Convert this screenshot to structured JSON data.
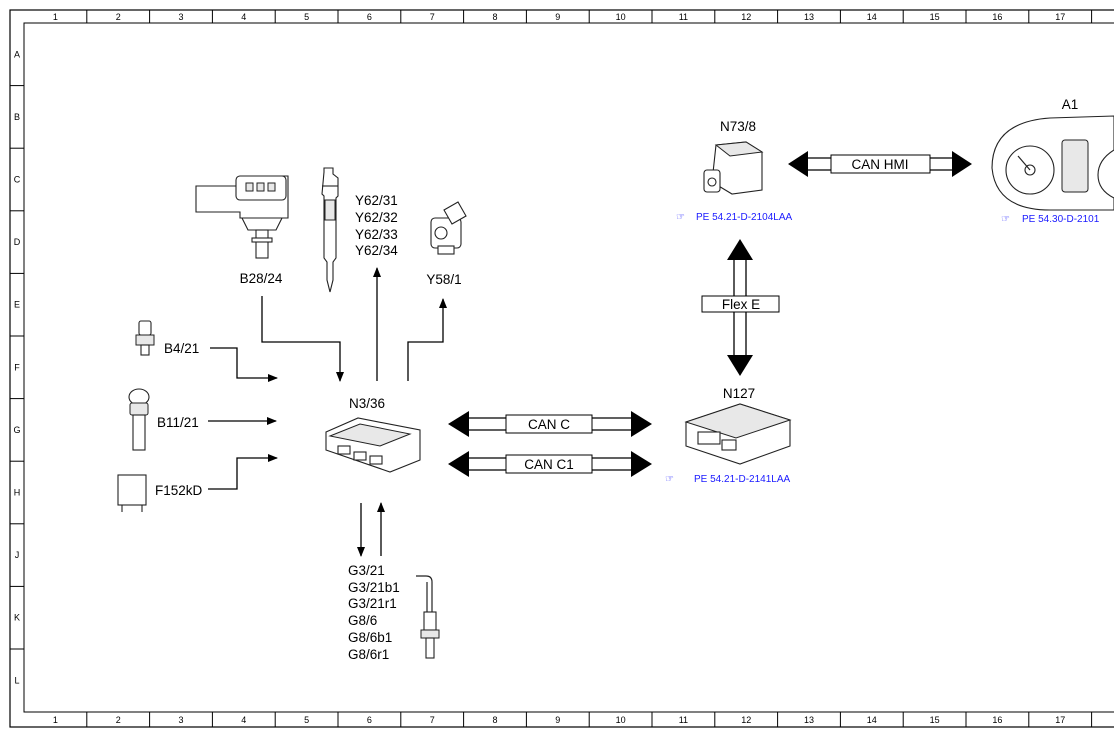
{
  "frame": {
    "columns": [
      "1",
      "2",
      "3",
      "4",
      "5",
      "6",
      "7",
      "8",
      "9",
      "10",
      "11",
      "12",
      "13",
      "14",
      "15",
      "16",
      "17"
    ],
    "rows": [
      "A",
      "B",
      "C",
      "D",
      "E",
      "F",
      "G",
      "H",
      "J",
      "K",
      "L"
    ]
  },
  "components": {
    "b28_24": "B28/24",
    "y62": [
      "Y62/31",
      "Y62/32",
      "Y62/33",
      "Y62/34"
    ],
    "y58_1": "Y58/1",
    "b4_21": "B4/21",
    "b11_21": "B11/21",
    "f152kd": "F152kD",
    "n3_36": "N3/36",
    "g3_g8": [
      "G3/21",
      "G3/21b1",
      "G3/21r1",
      "G8/6",
      "G8/6b1",
      "G8/6r1"
    ],
    "n73_8": "N73/8",
    "n127": "N127",
    "a1": "A1"
  },
  "buses": {
    "can_hmi": "CAN HMI",
    "flex_e": "Flex E",
    "can_c": "CAN C",
    "can_c1": "CAN C1"
  },
  "references": {
    "n73_8": "PE 54.21-D-2104LAA",
    "n127": "PE 54.21-D-2141LAA",
    "a1": "PE 54.30-D-2101"
  },
  "colors": {
    "reference_link": "#1a1aff",
    "line": "#000000"
  }
}
